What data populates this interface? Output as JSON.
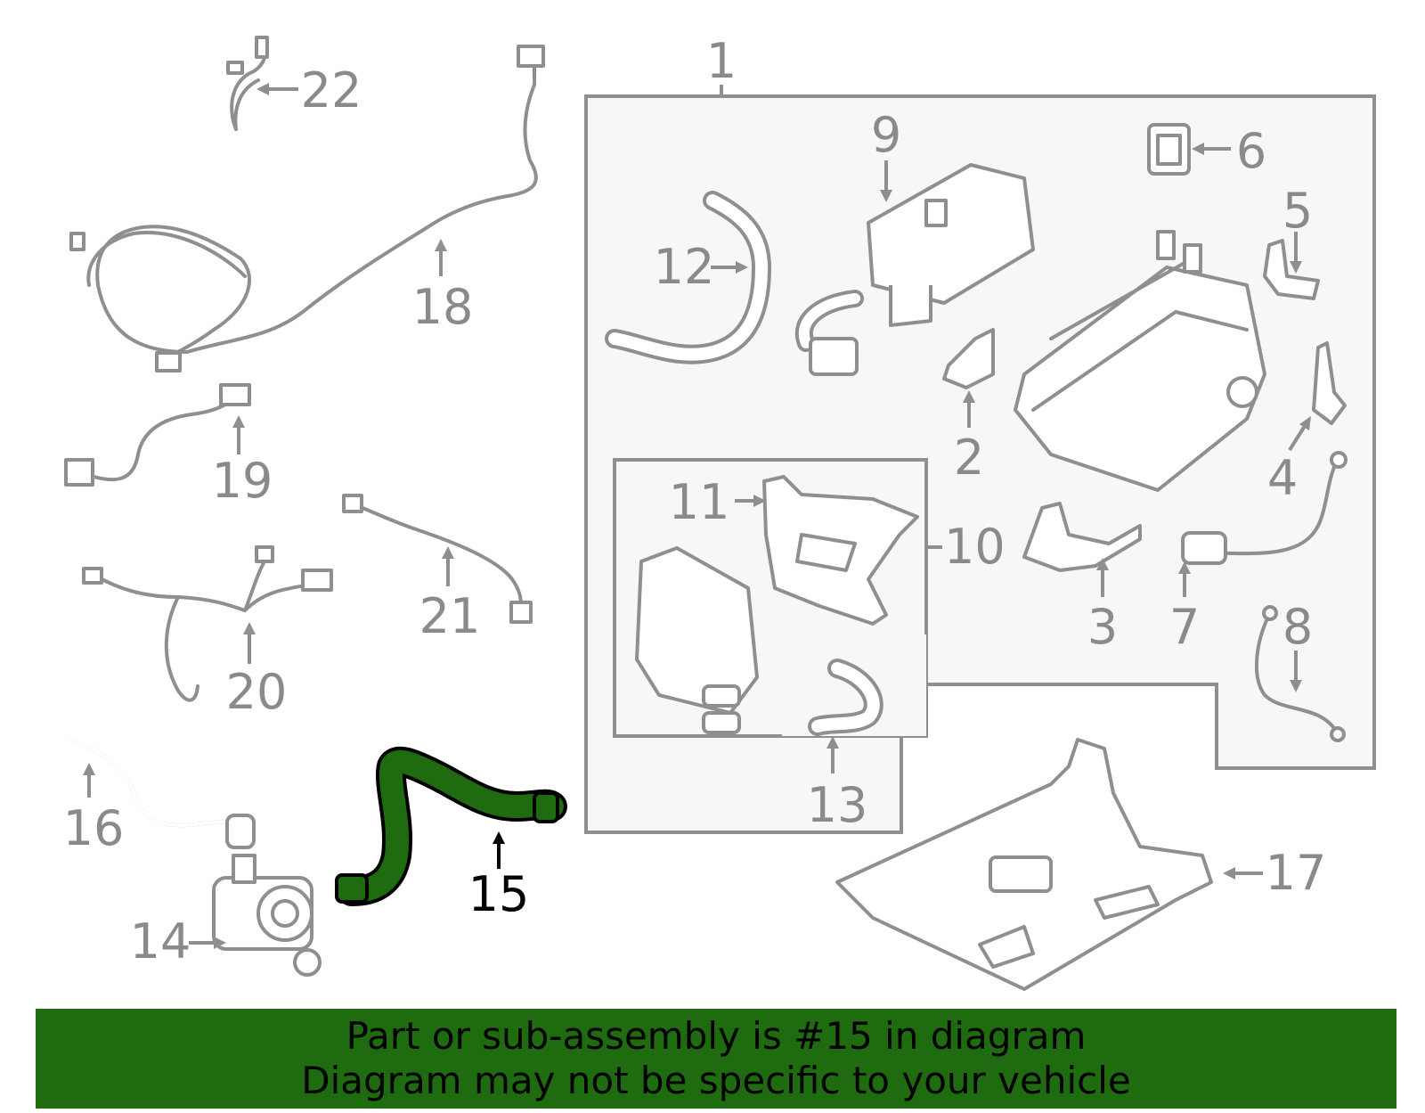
{
  "diagram": {
    "highlighted_part": "15",
    "highlight_color": "#1f6b10",
    "callouts": [
      "1",
      "2",
      "3",
      "4",
      "5",
      "6",
      "7",
      "8",
      "9",
      "10",
      "11",
      "12",
      "13",
      "14",
      "15",
      "16",
      "17",
      "18",
      "19",
      "20",
      "21",
      "22"
    ]
  },
  "banner": {
    "line1": "Part or sub-assembly is #15 in diagram",
    "line2": "Diagram may not be specific to your vehicle",
    "background": "#1f6b10"
  }
}
